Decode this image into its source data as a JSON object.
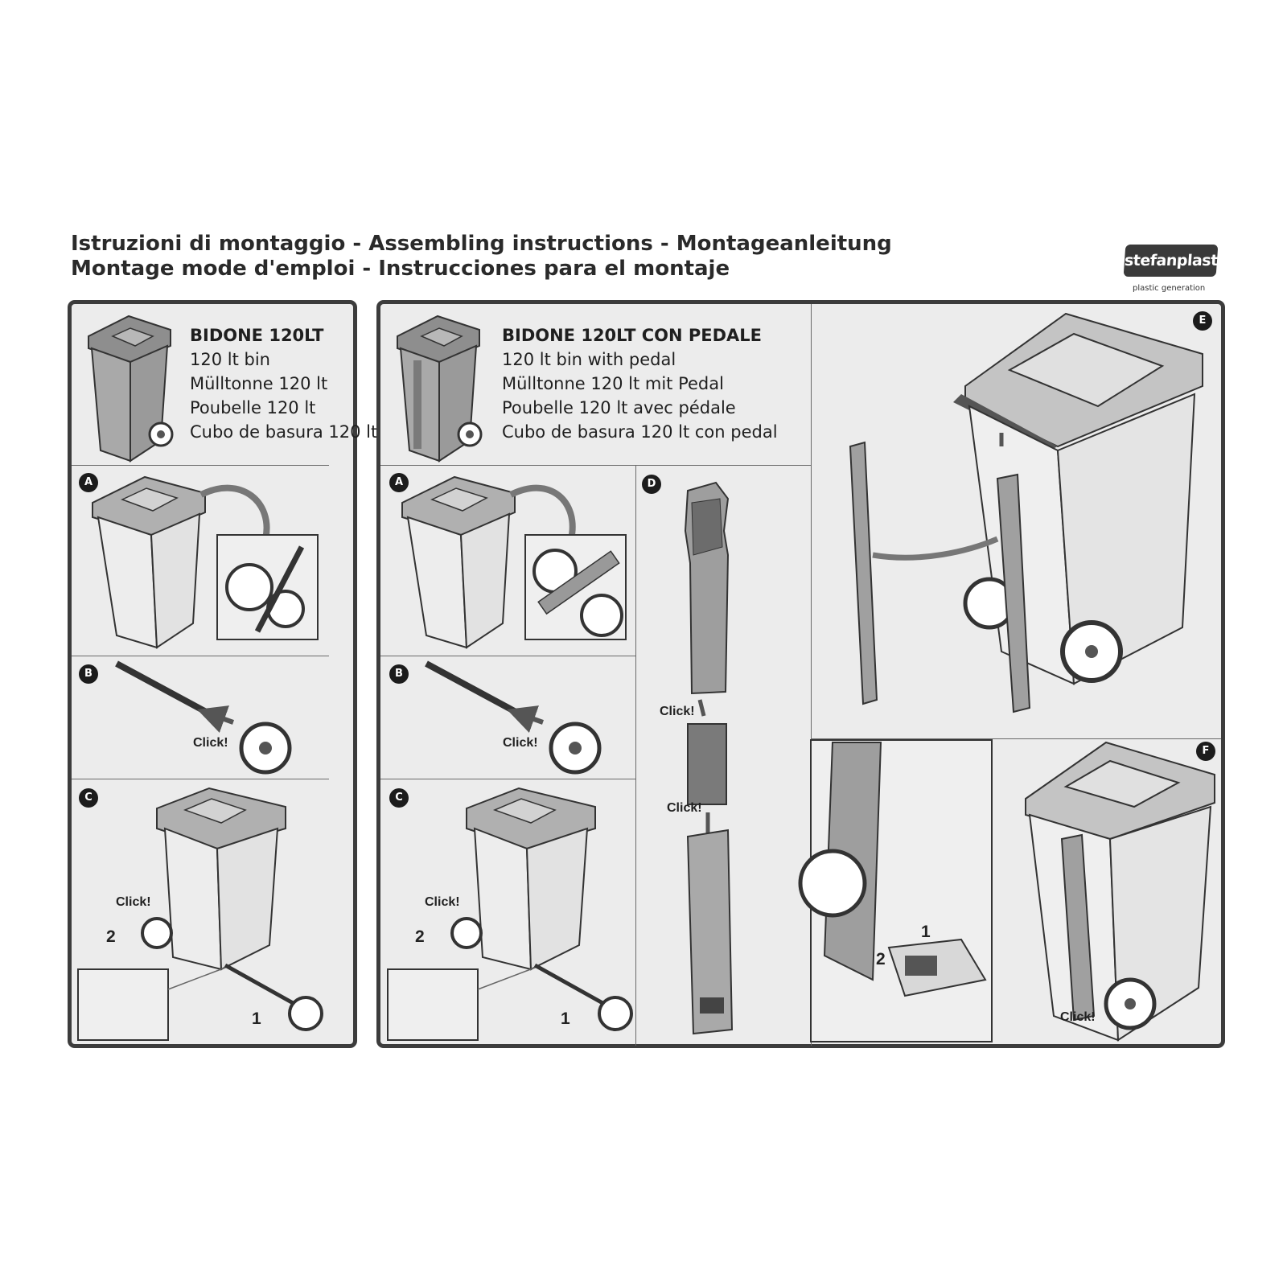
{
  "header": {
    "title_line_1": "Istruzioni di montaggio - Assembling instructions - Montageanleitung",
    "title_line_2": "Montage mode d'emploi - Instrucciones para el montaje"
  },
  "brand": {
    "name": "stefanplast",
    "tagline": "plastic generation"
  },
  "panel_left": {
    "heading": [
      "BIDONE 120LT",
      "120 lt bin",
      "Mülltonne 120 lt",
      "Poubelle 120 lt",
      "Cubo de basura 120 lt"
    ],
    "steps": {
      "a": "A",
      "b": "B",
      "c": "C"
    },
    "click_b": "Click!",
    "click_c": "Click!",
    "num_1": "1",
    "num_2": "2"
  },
  "panel_right": {
    "heading": [
      "BIDONE 120LT CON PEDALE",
      "120 lt bin with pedal",
      "Mülltonne 120 lt mit Pedal",
      "Poubelle 120 lt avec pédale",
      "Cubo de basura 120 lt con pedal"
    ],
    "steps": {
      "a": "A",
      "b": "B",
      "c": "C",
      "d": "D",
      "e": "E",
      "f": "F"
    },
    "click_b": "Click!",
    "click_c": "Click!",
    "click_d1": "Click!",
    "click_d2": "Click!",
    "click_f": "Click!",
    "num_1": "1",
    "num_2": "2",
    "num_f1": "1",
    "num_f2": "2"
  },
  "colors": {
    "frame": "#3c3c3c",
    "panel_bg": "#ececec",
    "bin_body": "#a9a9a9",
    "line": "#333333",
    "badge": "#1c1c1c"
  }
}
